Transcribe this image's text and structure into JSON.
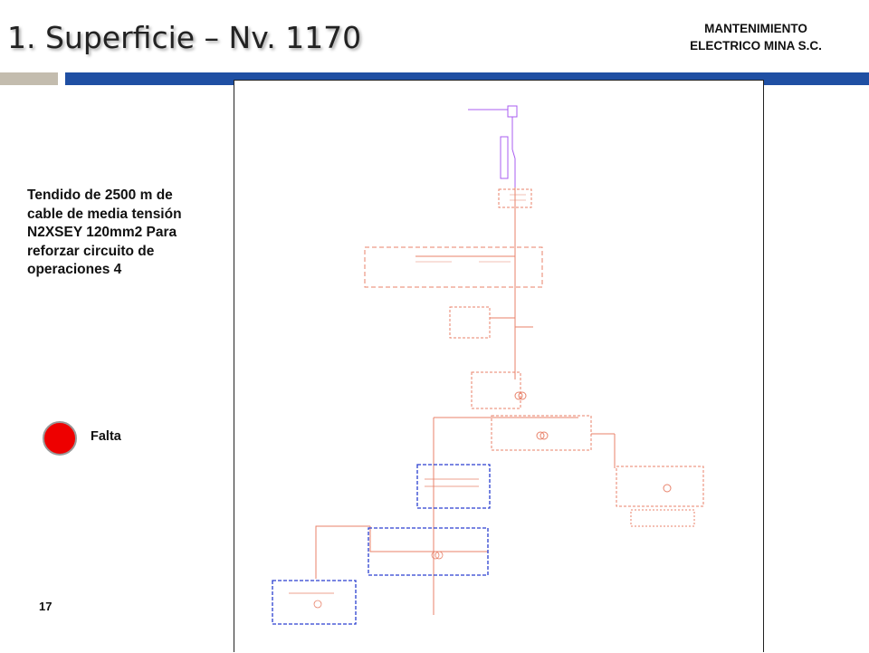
{
  "slide": {
    "title": "1. Superficie – Nv. 1170",
    "company_line1": "MANTENIMIENTO",
    "company_line2": "ELECTRICO MINA S.C.",
    "description": "Tendido de 2500 m de cable de media tensión N2XSEY 120mm2 Para reforzar circuito de operaciones 4",
    "legend": {
      "label": "Falta",
      "color": "#ee0000"
    },
    "page_number": "17"
  },
  "colors": {
    "band_grey": "#c3bcae",
    "band_blue": "#1f4fa3",
    "diagram_orange": "#e8826a",
    "diagram_blue": "#2a3fd0",
    "diagram_violet": "#a85cf0"
  }
}
